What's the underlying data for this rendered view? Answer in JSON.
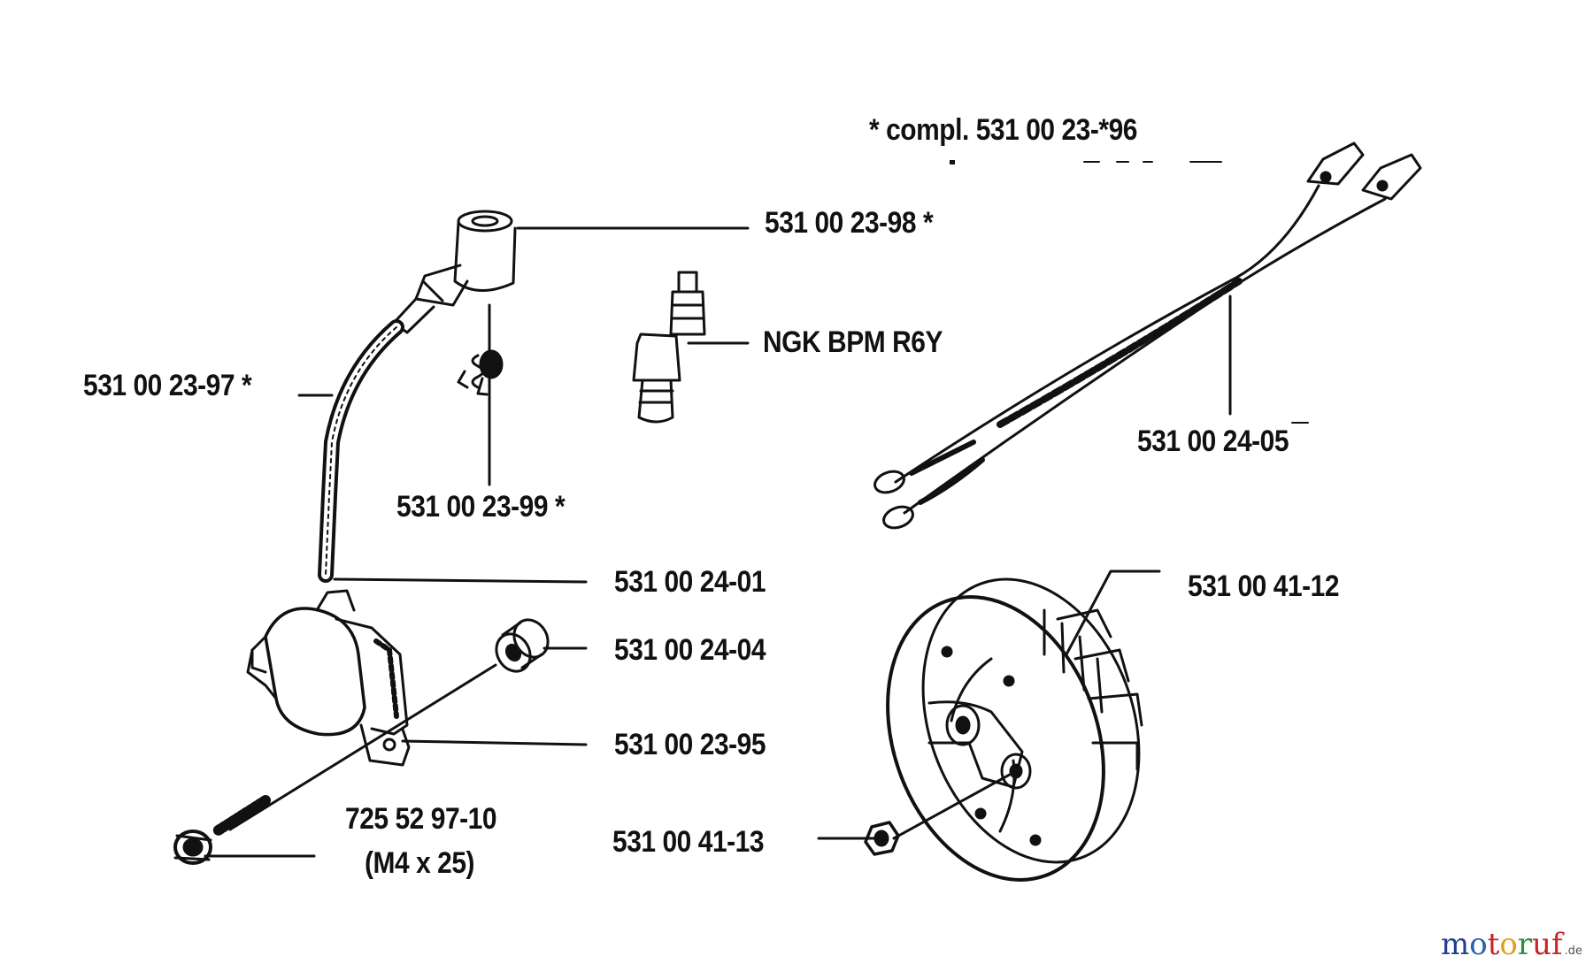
{
  "header": {
    "compl": "* compl. 531 00 23-*96"
  },
  "labels": {
    "cap": "531 00 23-98 *",
    "spark_plug": "NGK BPM R6Y",
    "lead": "531 00 23-97 *",
    "spring": "531 00 23-99 *",
    "cable": "531 00 24-05",
    "coil": "531 00 24-01",
    "spacer": "531 00 24-04",
    "bracket": "531 00 23-95",
    "flywheel": "531 00 41-12",
    "screw": "725 52 97-10",
    "screw_size": "(M4 x 25)",
    "nut": "531 00 41-13"
  },
  "watermark": {
    "letters": [
      "m",
      "o",
      "t",
      "o",
      "r",
      "uf"
    ],
    "tld": ".de"
  },
  "colors": {
    "ink": "#111111",
    "background": "#ffffff",
    "watermark": [
      "#1f3f8f",
      "#2a5fb0",
      "#c7252a",
      "#e0a020",
      "#2f8f3f",
      "#c7252a"
    ]
  }
}
